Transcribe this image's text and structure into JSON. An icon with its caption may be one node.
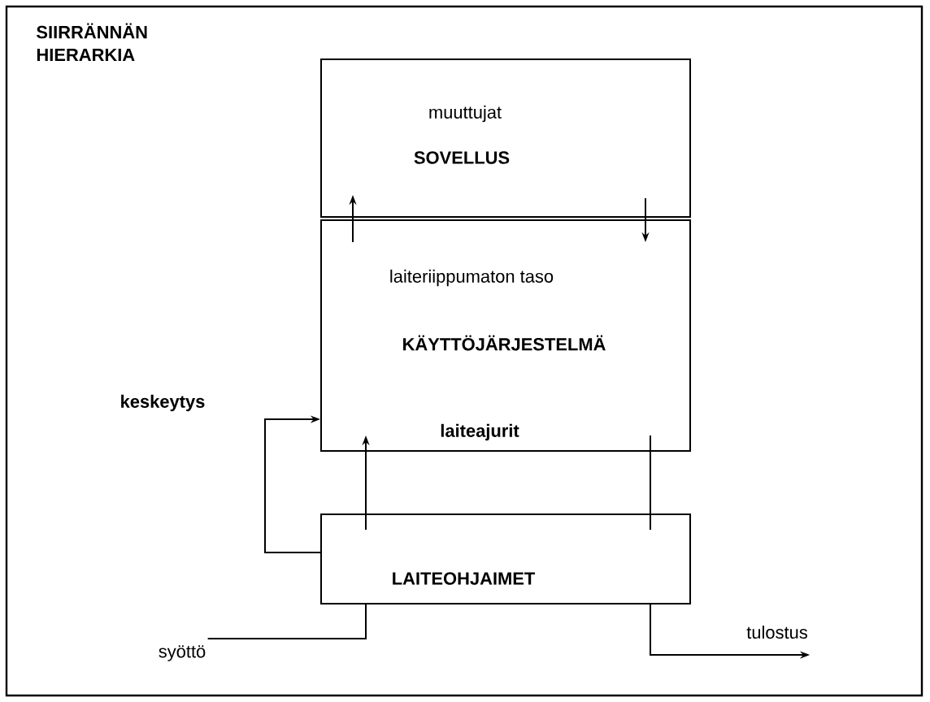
{
  "diagram": {
    "title": "SIIRRÄNNÄN HIERARKIA",
    "nodes": [
      {
        "text": [
          "muuttujat",
          "SOVELLUS"
        ]
      },
      {
        "text": [
          "laiteriippumaton taso",
          "KÄYTTÖJÄRJESTELMÄ",
          "laiteajurit"
        ]
      },
      {
        "text": [
          "LAITEOHJAIMET"
        ]
      },
      {
        "text": [
          "syöttö"
        ]
      },
      {
        "text": [
          "tulostus"
        ]
      }
    ],
    "edges": [
      {
        "from": 1,
        "to": 0,
        "arrow": "to"
      },
      {
        "from": 0,
        "to": 1,
        "arrow": "to"
      },
      {
        "from": 2,
        "to": 1,
        "arrow": "to"
      },
      {
        "from": 2,
        "to": 1,
        "arrow": "none"
      },
      {
        "from": 2,
        "to": 1,
        "arrow": "to",
        "label": "keskeytys"
      },
      {
        "from": 3,
        "to": 2,
        "arrow": "none"
      },
      {
        "from": 2,
        "to": 4,
        "arrow": "to"
      }
    ]
  }
}
